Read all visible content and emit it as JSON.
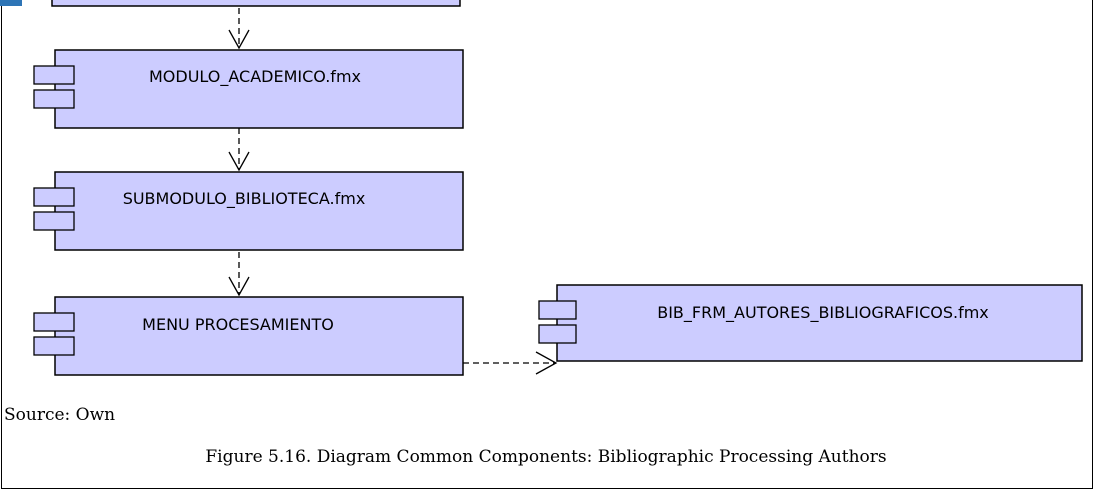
{
  "components": [
    {
      "id": "top",
      "label": ""
    },
    {
      "id": "modulo-academico",
      "label": "MODULO_ACADEMICO.fmx"
    },
    {
      "id": "submodulo-biblioteca",
      "label": "SUBMODULO_BIBLIOTECA.fmx"
    },
    {
      "id": "menu-procesamiento",
      "label": "MENU PROCESAMIENTO"
    },
    {
      "id": "bib-frm-autores",
      "label": "BIB_FRM_AUTORES_BIBLIOGRAFICOS.fmx"
    }
  ],
  "colors": {
    "component_fill": "#ccccff",
    "accent": "#2e75b6"
  },
  "source": "Source: Own",
  "caption": "Figure 5.16. Diagram Common Components: Bibliographic Processing Authors"
}
